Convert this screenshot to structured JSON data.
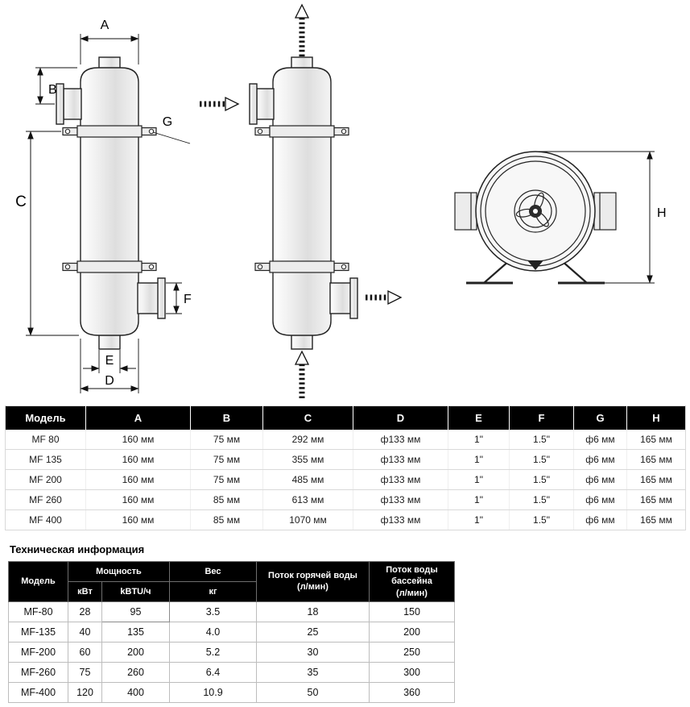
{
  "drawings": {
    "side_view": {
      "labels": {
        "A": "A",
        "B": "B",
        "C": "C",
        "D": "D",
        "E": "E",
        "F": "F",
        "G": "G"
      }
    },
    "front_view": {
      "labels": {
        "H": "H"
      }
    }
  },
  "dim_table": {
    "headers": [
      "Модель",
      "A",
      "B",
      "C",
      "D",
      "E",
      "F",
      "G",
      "H"
    ],
    "rows": [
      [
        "MF 80",
        "160 мм",
        "75 мм",
        "292 мм",
        "ф133 мм",
        "1\"",
        "1.5\"",
        "ф6 мм",
        "165 мм"
      ],
      [
        "MF 135",
        "160 мм",
        "75 мм",
        "355 мм",
        "ф133 мм",
        "1\"",
        "1.5\"",
        "ф6 мм",
        "165 мм"
      ],
      [
        "MF 200",
        "160 мм",
        "75 мм",
        "485 мм",
        "ф133 мм",
        "1\"",
        "1.5\"",
        "ф6 мм",
        "165 мм"
      ],
      [
        "MF 260",
        "160 мм",
        "85 мм",
        "613 мм",
        "ф133 мм",
        "1\"",
        "1.5\"",
        "ф6 мм",
        "165 мм"
      ],
      [
        "MF 400",
        "160 мм",
        "85 мм",
        "1070 мм",
        "ф133 мм",
        "1\"",
        "1.5\"",
        "ф6 мм",
        "165 мм"
      ]
    ]
  },
  "tech_section": {
    "title": "Техническая информация",
    "table": {
      "headers": {
        "model": "Модель",
        "power": "Мощность",
        "power_kw": "кВт",
        "power_kbtu": "kBTU/ч",
        "weight": "Вес",
        "weight_kg": "кг",
        "hot_flow_name": "Поток горячей воды",
        "hot_flow_unit": "(л/мин)",
        "pool_flow_name": "Поток воды бассейна",
        "pool_flow_unit": "(л/мин)"
      },
      "rows": [
        [
          "MF-80",
          "28",
          "95",
          "3.5",
          "18",
          "150"
        ],
        [
          "MF-135",
          "40",
          "135",
          "4.0",
          "25",
          "200"
        ],
        [
          "MF-200",
          "60",
          "200",
          "5.2",
          "30",
          "250"
        ],
        [
          "MF-260",
          "75",
          "260",
          "6.4",
          "35",
          "300"
        ],
        [
          "MF-400",
          "120",
          "400",
          "10.9",
          "50",
          "360"
        ]
      ]
    }
  },
  "colors": {
    "table_header_bg": "#000000",
    "table_header_fg": "#ffffff",
    "drawing_line": "#222222"
  }
}
